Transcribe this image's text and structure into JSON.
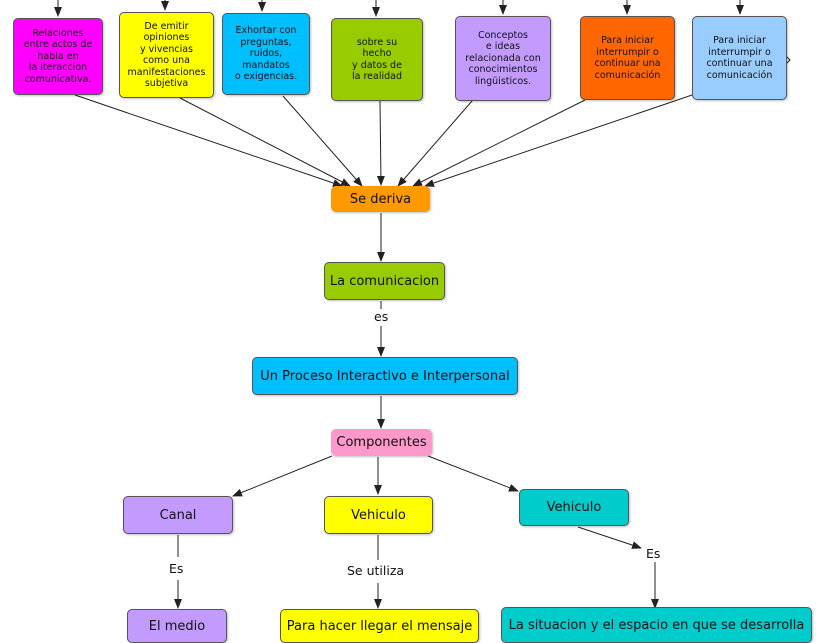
{
  "colors": {
    "magenta": "#ff00ff",
    "yellow": "#ffff00",
    "cyan": "#00bfff",
    "green": "#99cc00",
    "lavender": "#c39bff",
    "orange": "#ff6600",
    "lightblue": "#99ccff",
    "deriva": "#ff9900",
    "pink": "#ff99cc",
    "teal": "#00cccc",
    "edge": "#222222"
  },
  "nodes": {
    "relaciones": "Relaciones\nentre actos de\nhabla en\nla iteraccion\ncomunicativa.",
    "opiniones": "De emitir\nopiniones\ny vivencias\ncomo una\nmanifestaciones\nsubjetiva",
    "exhortar": "Exhortar con\npreguntas,\nruidos,\nmandatos\no exigencias.",
    "hecho": "sobre su\nhecho\ny datos de\nla realidad",
    "conceptos": "Conceptos\ne ideas\nrelacionada con\nconocimientos\nlingüisticos.",
    "iniciar1": "Para iniciar\ninterrumpir o\ncontinuar una\ncomunicación",
    "iniciar2": "Para iniciar\ninterrumpir o\ncontinuar una\ncomunicación",
    "se_deriva": "Se deriva",
    "comunicacion": "La comunicacion",
    "proceso": "Un Proceso Interactivo e Interpersonal",
    "componentes": "Componentes",
    "canal": "Canal",
    "vehiculo1": "Vehiculo",
    "vehiculo2": "Vehiculo",
    "medio": "El medio",
    "mensaje": "Para hacer llegar el mensaje",
    "situacion": "La situacion y el espacio en que se desarrolla"
  },
  "links": {
    "es": "es",
    "es_canal": "Es",
    "se_utiliza": "Se utiliza",
    "es_vehiculo": "Es"
  }
}
